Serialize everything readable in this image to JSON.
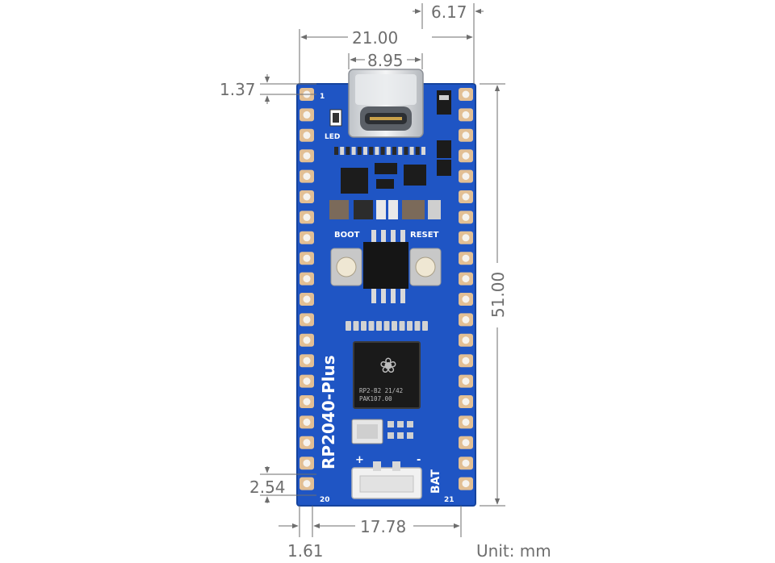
{
  "diagram": {
    "board_name": "RP2040-Plus",
    "unit_label": "Unit: mm",
    "dimensions": {
      "overall_width": "21.00",
      "usb_width": "8.95",
      "usb_overhang": "6.17",
      "length": "51.00",
      "top_offset": "1.37",
      "pin_pitch": "2.54",
      "pin_row_spacing": "17.78",
      "edge_offset": "1.61"
    },
    "board_labels": {
      "led": "LED",
      "boot": "BOOT",
      "reset": "RESET",
      "bat": "BAT",
      "pin_1": "1",
      "pin_20": "20",
      "pin_21": "21",
      "plus": "+",
      "minus": "-"
    },
    "chip_marking": {
      "line1": "RP2-B2   21/42",
      "line2": "PAK107.00"
    },
    "colors": {
      "pcb": "#1f55c4",
      "pad": "#e2bf94",
      "dimension_line": "#6e6e6e"
    }
  }
}
